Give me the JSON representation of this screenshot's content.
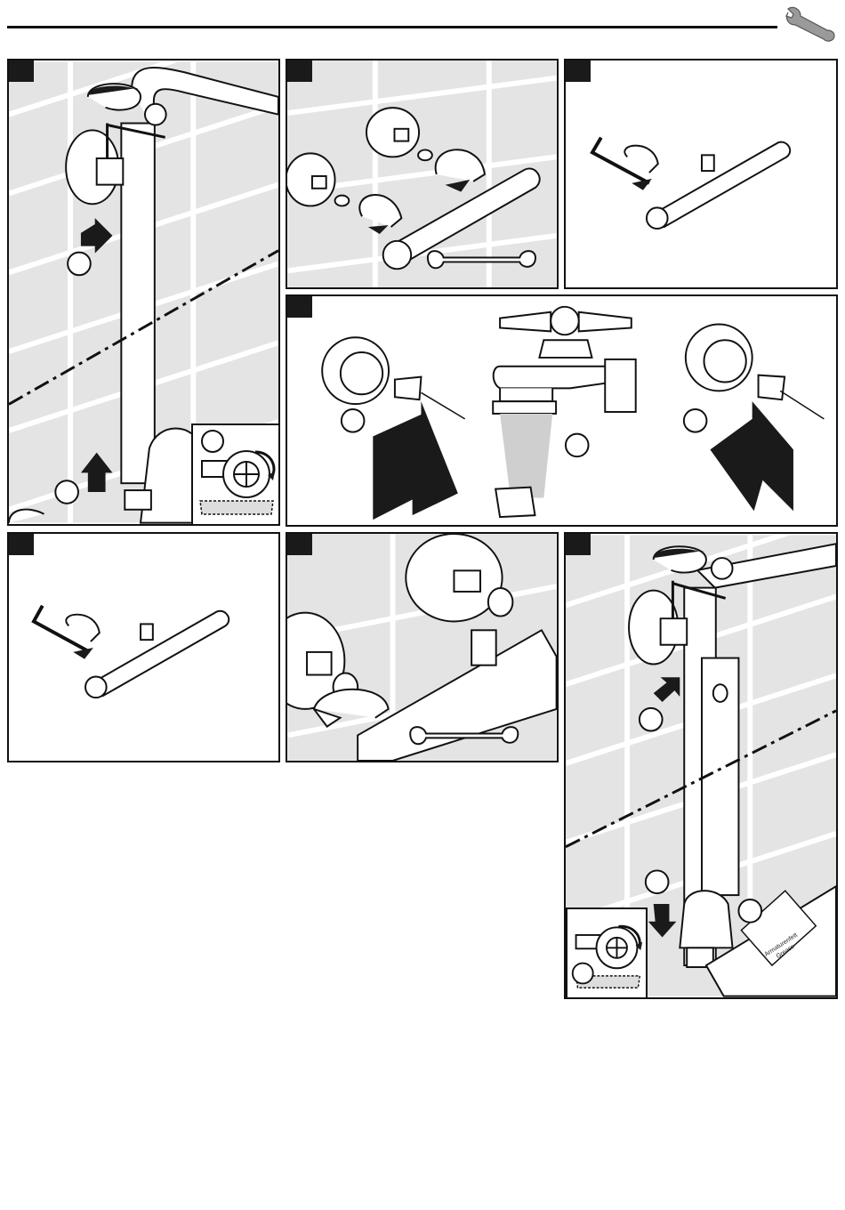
{
  "page": {
    "header_icon": "wrench-icon"
  },
  "panels": [
    {
      "id": "p1",
      "content": "mounting-rail-removal"
    },
    {
      "id": "p2",
      "content": "thermostat-removal-wrench"
    },
    {
      "id": "p3",
      "content": "hex-key-loosen"
    },
    {
      "id": "p4",
      "content": "check-valve-cleaning"
    },
    {
      "id": "p5",
      "content": "hex-key-tighten"
    },
    {
      "id": "p6",
      "content": "thermostat-mount-wrench"
    },
    {
      "id": "p7",
      "content": "mounting-rail-install"
    }
  ],
  "grease_label": {
    "line1": "Armaturenfett",
    "line2": "Grease"
  }
}
